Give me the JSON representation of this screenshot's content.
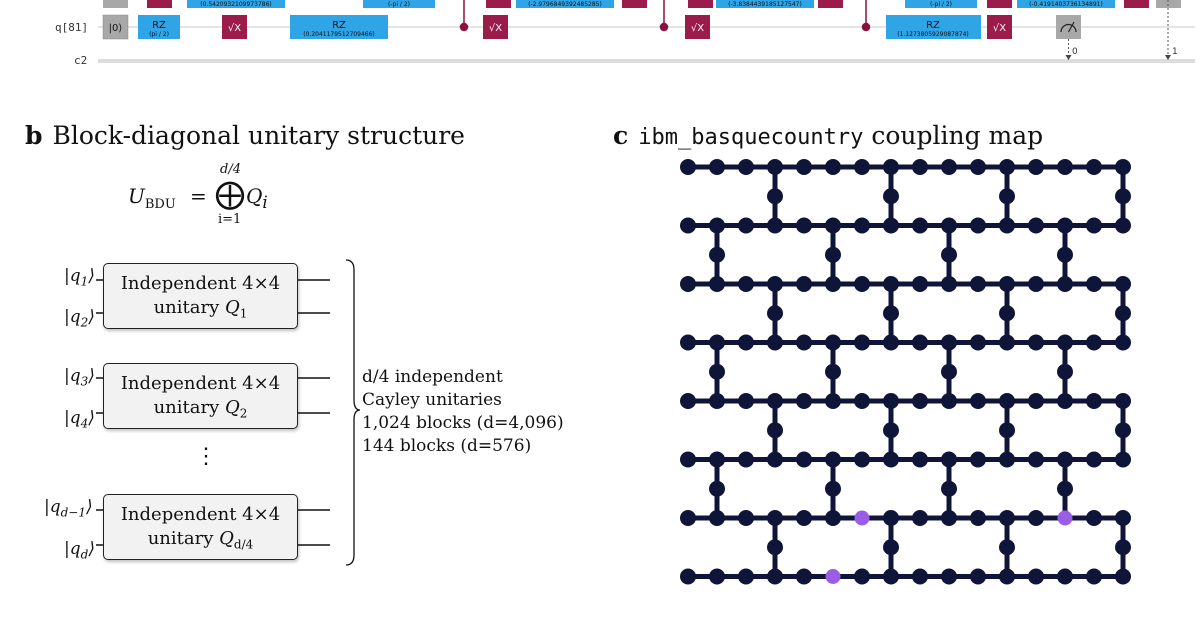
{
  "circuit": {
    "qubit_label": "q[81]",
    "creg_label": "c2",
    "reset_label": "|0⟩",
    "rz_label": "RZ",
    "sx_label": "√X",
    "measure_out_0": "0",
    "measure_out_1": "1",
    "top_params": [
      "(0.5420932109973786)",
      "(-pi / 2)",
      "(-2.9796849392485285)",
      "(-3.8384439185127547)",
      "(-pi / 2)",
      "(-0.4191403736134891)"
    ],
    "bottom_params": [
      "(pi / 2)",
      "(0.2041179512709466)",
      "(1.1273805929087874)"
    ]
  },
  "panel_b": {
    "letter": "b",
    "title": "Block-diagonal unitary structure",
    "equation": {
      "lhs": "U",
      "lhs_sub": "BDU",
      "equals": "=",
      "sum_top": "d/4",
      "sum_bottom": "i=1",
      "operator": "⨁",
      "term": "Q",
      "term_sub": "i"
    },
    "blocks": [
      {
        "line1": "Independent 4×4",
        "line2": "unitary",
        "q": "Q",
        "q_sub": "1",
        "in1": "|q",
        "in1_sub": "1",
        "in2": "|q",
        "in2_sub": "2"
      },
      {
        "line1": "Independent 4×4",
        "line2": "unitary",
        "q": "Q",
        "q_sub": "2",
        "in1": "|q",
        "in1_sub": "3",
        "in2": "|q",
        "in2_sub": "4"
      },
      {
        "line1": "Independent 4×4",
        "line2": "unitary",
        "q": "Q",
        "q_sub": "d/4",
        "in1": "|q",
        "in1_sub": "d−1",
        "in2": "|q",
        "in2_sub": "d"
      }
    ],
    "ellipsis": "⋮",
    "brace_text": [
      "d/4 independent",
      "Cayley unitaries",
      "1,024 blocks (d=4,096)",
      "144 blocks (d=576)"
    ]
  },
  "panel_c": {
    "letter": "c",
    "title_mono": "ibm_basquecountry",
    "title_rest": "coupling map",
    "colors": {
      "node": "#0f1538",
      "node_blue": "#1d2b7a",
      "node_highlight": "#9a5ee6",
      "edge": "#0f1538",
      "edge_faint": "#cccccc"
    }
  }
}
